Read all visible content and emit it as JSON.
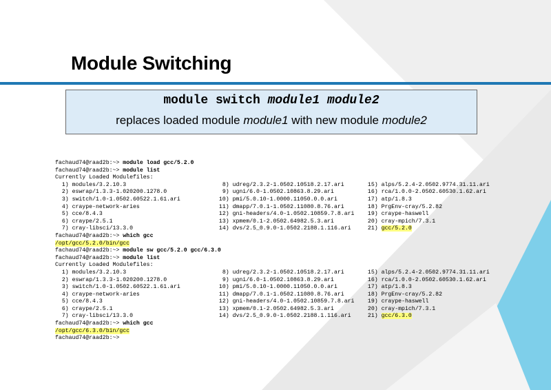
{
  "title": "Module Switching",
  "callout": {
    "command": "module switch",
    "arg1": "module1",
    "arg2": "module2",
    "desc_prefix": "replaces loaded module ",
    "desc_arg1": "module1",
    "desc_mid": "  with new module ",
    "desc_arg2": "module2"
  },
  "terminal": {
    "prompt": "fachaud74@raad2b:~>",
    "cmd_load": "module load gcc/5.2.0",
    "cmd_list": "module list",
    "loaded_header": "Currently Loaded Modulefiles:",
    "cmd_which": "which gcc",
    "which_result_1": "/opt/gcc/5.2.0/bin/gcc",
    "cmd_sw": "module sw gcc/5.2.0 gcc/6.3.0",
    "which_result_2": "/opt/gcc/6.3.0/bin/gcc",
    "list1": [
      [
        "  1) modules/3.2.10.3",
        "  8) udreg/2.3.2-1.0502.10518.2.17.ari",
        " 15) alps/5.2.4-2.0502.9774.31.11.ari"
      ],
      [
        "  2) eswrap/1.3.3-1.020200.1278.0",
        "  9) ugni/6.0-1.0502.10863.8.29.ari",
        " 16) rca/1.0.0-2.0502.60530.1.62.ari"
      ],
      [
        "  3) switch/1.0-1.0502.60522.1.61.ari",
        " 10) pmi/5.0.10-1.0000.11050.0.0.ari",
        " 17) atp/1.8.3"
      ],
      [
        "  4) craype-network-aries",
        " 11) dmapp/7.0.1-1.0502.11080.8.76.ari",
        " 18) PrgEnv-cray/5.2.82"
      ],
      [
        "  5) cce/8.4.3",
        " 12) gni-headers/4.0-1.0502.10859.7.8.ari",
        " 19) craype-haswell"
      ],
      [
        "  6) craype/2.5.1",
        " 13) xpmem/0.1-2.0502.64982.5.3.ari",
        " 20) cray-mpich/7.3.1"
      ],
      [
        "  7) cray-libsci/13.3.0",
        " 14) dvs/2.5_0.9.0-1.0502.2188.1.116.ari",
        " 21) "
      ]
    ],
    "list1_last_hl": "gcc/5.2.0",
    "list2": [
      [
        "  1) modules/3.2.10.3",
        "  8) udreg/2.3.2-1.0502.10518.2.17.ari",
        " 15) alps/5.2.4-2.0502.9774.31.11.ari"
      ],
      [
        "  2) eswrap/1.3.3-1.020200.1278.0",
        "  9) ugni/6.0-1.0502.10863.8.29.ari",
        " 16) rca/1.0.0-2.0502.60530.1.62.ari"
      ],
      [
        "  3) switch/1.0-1.0502.60522.1.61.ari",
        " 10) pmi/5.0.10-1.0000.11050.0.0.ari",
        " 17) atp/1.8.3"
      ],
      [
        "  4) craype-network-aries",
        " 11) dmapp/7.0.1-1.0502.11080.8.76.ari",
        " 18) PrgEnv-cray/5.2.82"
      ],
      [
        "  5) cce/8.4.3",
        " 12) gni-headers/4.0-1.0502.10859.7.8.ari",
        " 19) craype-haswell"
      ],
      [
        "  6) craype/2.5.1",
        " 13) xpmem/0.1-2.0502.64982.5.3.ari",
        " 20) cray-mpich/7.3.1"
      ],
      [
        "  7) cray-libsci/13.3.0",
        " 14) dvs/2.5_0.9.0-1.0502.2188.1.116.ari",
        " 21) "
      ]
    ],
    "list2_last_hl": "gcc/6.3.0"
  },
  "colors": {
    "accent_rule": "#1f78b4",
    "callout_bg": "#dcebf7",
    "highlight": "#ffff80",
    "shape_gray": "#e6e6e6",
    "shape_cyan": "#7ecfea"
  }
}
